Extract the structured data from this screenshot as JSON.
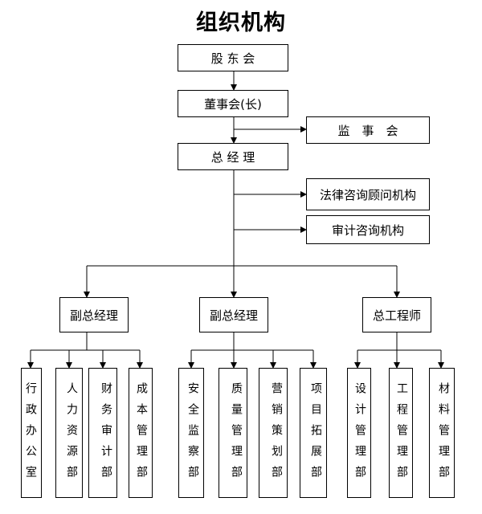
{
  "title": "组织机构",
  "top": {
    "shareholders": "股 东 会",
    "board": "董事会(长)",
    "supervisors": "监　事　会",
    "gm": "总 经 理",
    "legal": "法律咨询顾问机构",
    "audit": "审计咨询机构"
  },
  "deputies": [
    "副总经理",
    "副总经理",
    "总工程师"
  ],
  "departments": [
    [
      "行政办公室",
      "人力资源部",
      "财务审计部",
      "成本管理部"
    ],
    [
      "安全监察部",
      "质量管理部",
      "营销策划部",
      "项目拓展部"
    ],
    [
      "设计管理部",
      "工程管理部",
      "材料管理部"
    ]
  ]
}
